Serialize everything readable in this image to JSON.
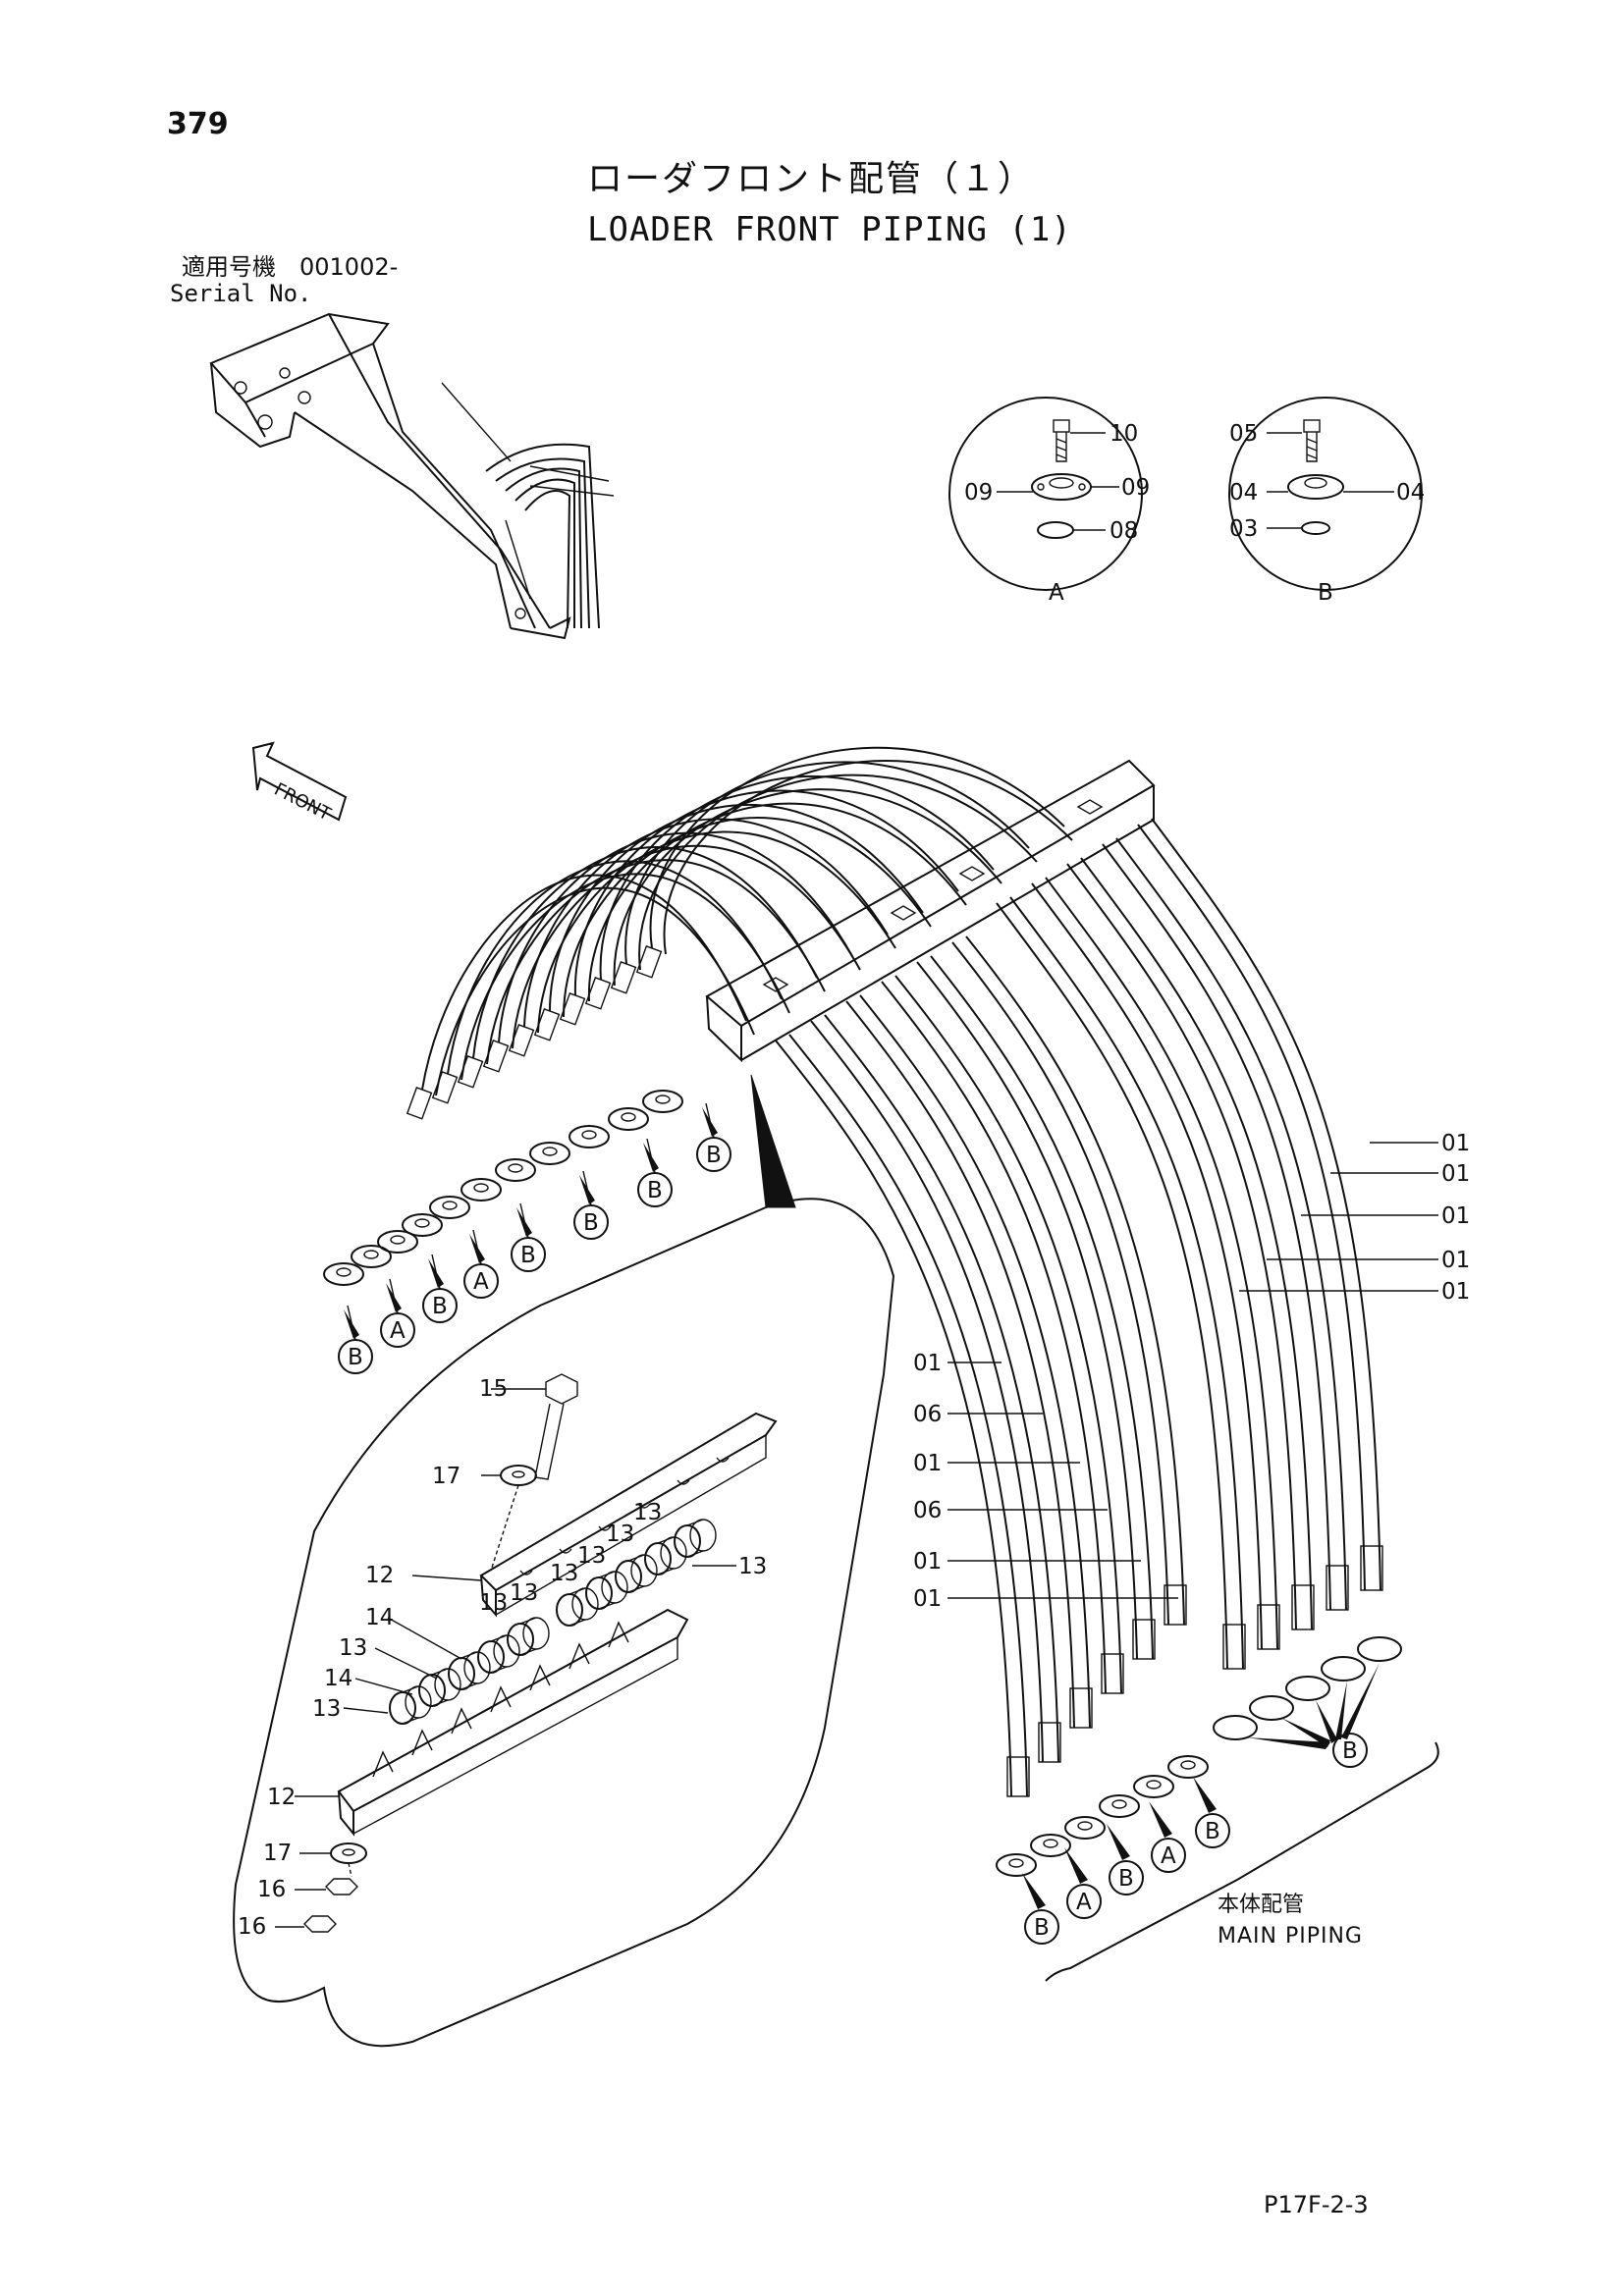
{
  "header": {
    "page_number": "379",
    "title_jp": "ローダフロント配管（１）",
    "title_en": "LOADER FRONT PIPING (1)",
    "serial_label_jp": "適用号機　001002-",
    "serial_label_en": "Serial No."
  },
  "labels": {
    "front_arrow": "FRONT",
    "main_piping_jp": "本体配管",
    "main_piping_en": "MAIN PIPING",
    "page_code": "P17F-2-3"
  },
  "detail_a": {
    "name": "A",
    "parts": [
      "10",
      "09",
      "09",
      "08"
    ]
  },
  "detail_b": {
    "name": "B",
    "parts": [
      "05",
      "04",
      "04",
      "03"
    ]
  },
  "hose_callouts_right": [
    "01",
    "01",
    "01",
    "01",
    "01"
  ],
  "hose_callouts_mid": [
    "01",
    "06",
    "01",
    "06",
    "01",
    "01"
  ],
  "clamp_callouts": [
    "15",
    "17",
    "12",
    "13",
    "13",
    "13",
    "13",
    "13",
    "13",
    "14",
    "13",
    "14",
    "13",
    "12",
    "17",
    "16",
    "16",
    "13"
  ],
  "flange_markers_upper": [
    "B",
    "A",
    "B",
    "A",
    "B",
    "B",
    "B",
    "B"
  ],
  "flange_markers_lower": [
    "B",
    "A",
    "B",
    "A",
    "B"
  ],
  "flange_marker_right": "B"
}
